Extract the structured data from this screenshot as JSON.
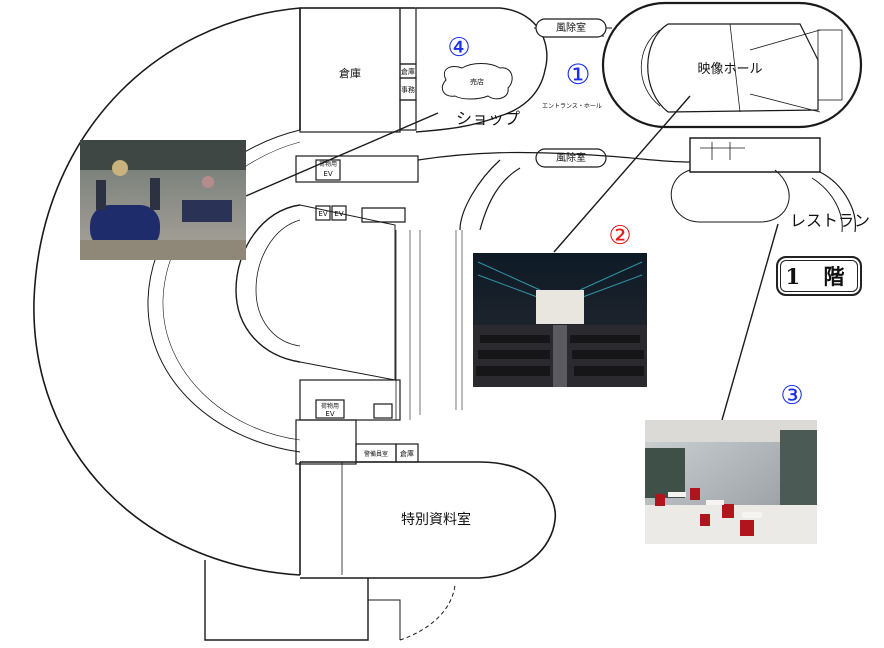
{
  "rooms": {
    "storage_top": "倉庫",
    "store": "売店",
    "entrance_hall": "エントランス・ホール",
    "windbreak_top": "風除室",
    "windbreak_mid": "風除室",
    "theater": "映像ホール",
    "special_archive": "特別資料室",
    "storage_bottom": "倉庫",
    "guard_room": "警備員室",
    "ev_labels": [
      "EV",
      "EV",
      "EV",
      "EV"
    ],
    "cargo_ev_1": "荷物用",
    "cargo_ev_2": "荷物用",
    "small_1": "倉庫",
    "small_2": "事務",
    "small_3": "倉庫"
  },
  "callouts": {
    "shop": "ショップ",
    "restaurant": "レストラン",
    "floor": "1 階",
    "markers": [
      "①",
      "②",
      "③",
      "④"
    ]
  },
  "colors": {
    "marker_blue": "#1a2fe8",
    "marker_red": "#e81a1a",
    "line": "#1a1a1a"
  }
}
